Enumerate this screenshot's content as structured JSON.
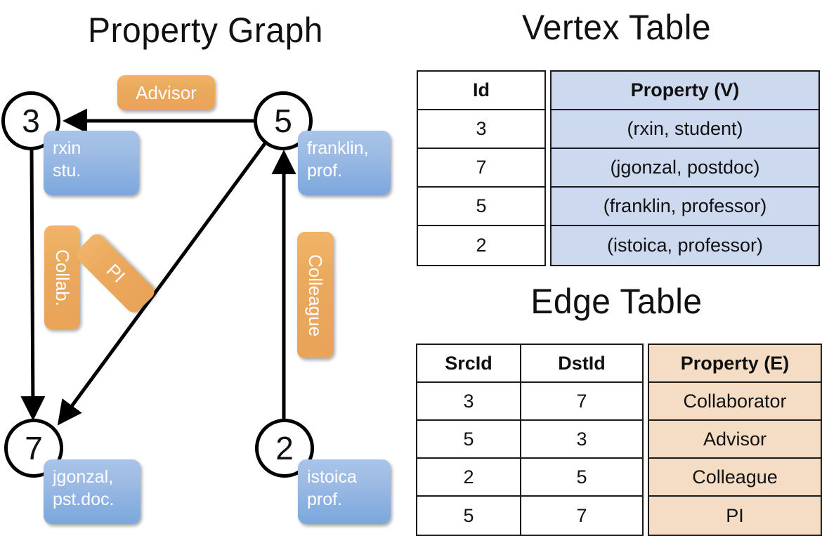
{
  "titles": {
    "property_graph": "Property Graph",
    "vertex_table": "Vertex Table",
    "edge_table": "Edge Table"
  },
  "colors": {
    "vertex_property_fill": "#ccd9ee",
    "edge_property_fill": "#f5dcc4",
    "callout_blue": "#9dbbe4",
    "label_orange": "#eaa95c",
    "stroke": "#111111"
  },
  "graph": {
    "nodes": [
      {
        "id": "3",
        "property_line1": "rxin",
        "property_line2": "stu."
      },
      {
        "id": "5",
        "property_line1": "franklin,",
        "property_line2": "prof."
      },
      {
        "id": "7",
        "property_line1": "jgonzal,",
        "property_line2": "pst.doc."
      },
      {
        "id": "2",
        "property_line1": "istoica",
        "property_line2": "prof."
      }
    ],
    "edge_labels": [
      {
        "key": "advisor",
        "text": "Advisor"
      },
      {
        "key": "collab",
        "text": "Collab."
      },
      {
        "key": "pi",
        "text": "PI"
      },
      {
        "key": "colleague",
        "text": "Colleague"
      }
    ]
  },
  "vertex_table": {
    "headers": [
      "Id",
      "Property (V)"
    ],
    "rows": [
      {
        "id": "3",
        "property": "(rxin, student)"
      },
      {
        "id": "7",
        "property": "(jgonzal, postdoc)"
      },
      {
        "id": "5",
        "property": "(franklin, professor)"
      },
      {
        "id": "2",
        "property": "(istoica, professor)"
      }
    ]
  },
  "edge_table": {
    "headers": [
      "SrcId",
      "DstId",
      "Property (E)"
    ],
    "rows": [
      {
        "src": "3",
        "dst": "7",
        "property": "Collaborator"
      },
      {
        "src": "5",
        "dst": "3",
        "property": "Advisor"
      },
      {
        "src": "2",
        "dst": "5",
        "property": "Colleague"
      },
      {
        "src": "5",
        "dst": "7",
        "property": "PI"
      }
    ]
  }
}
